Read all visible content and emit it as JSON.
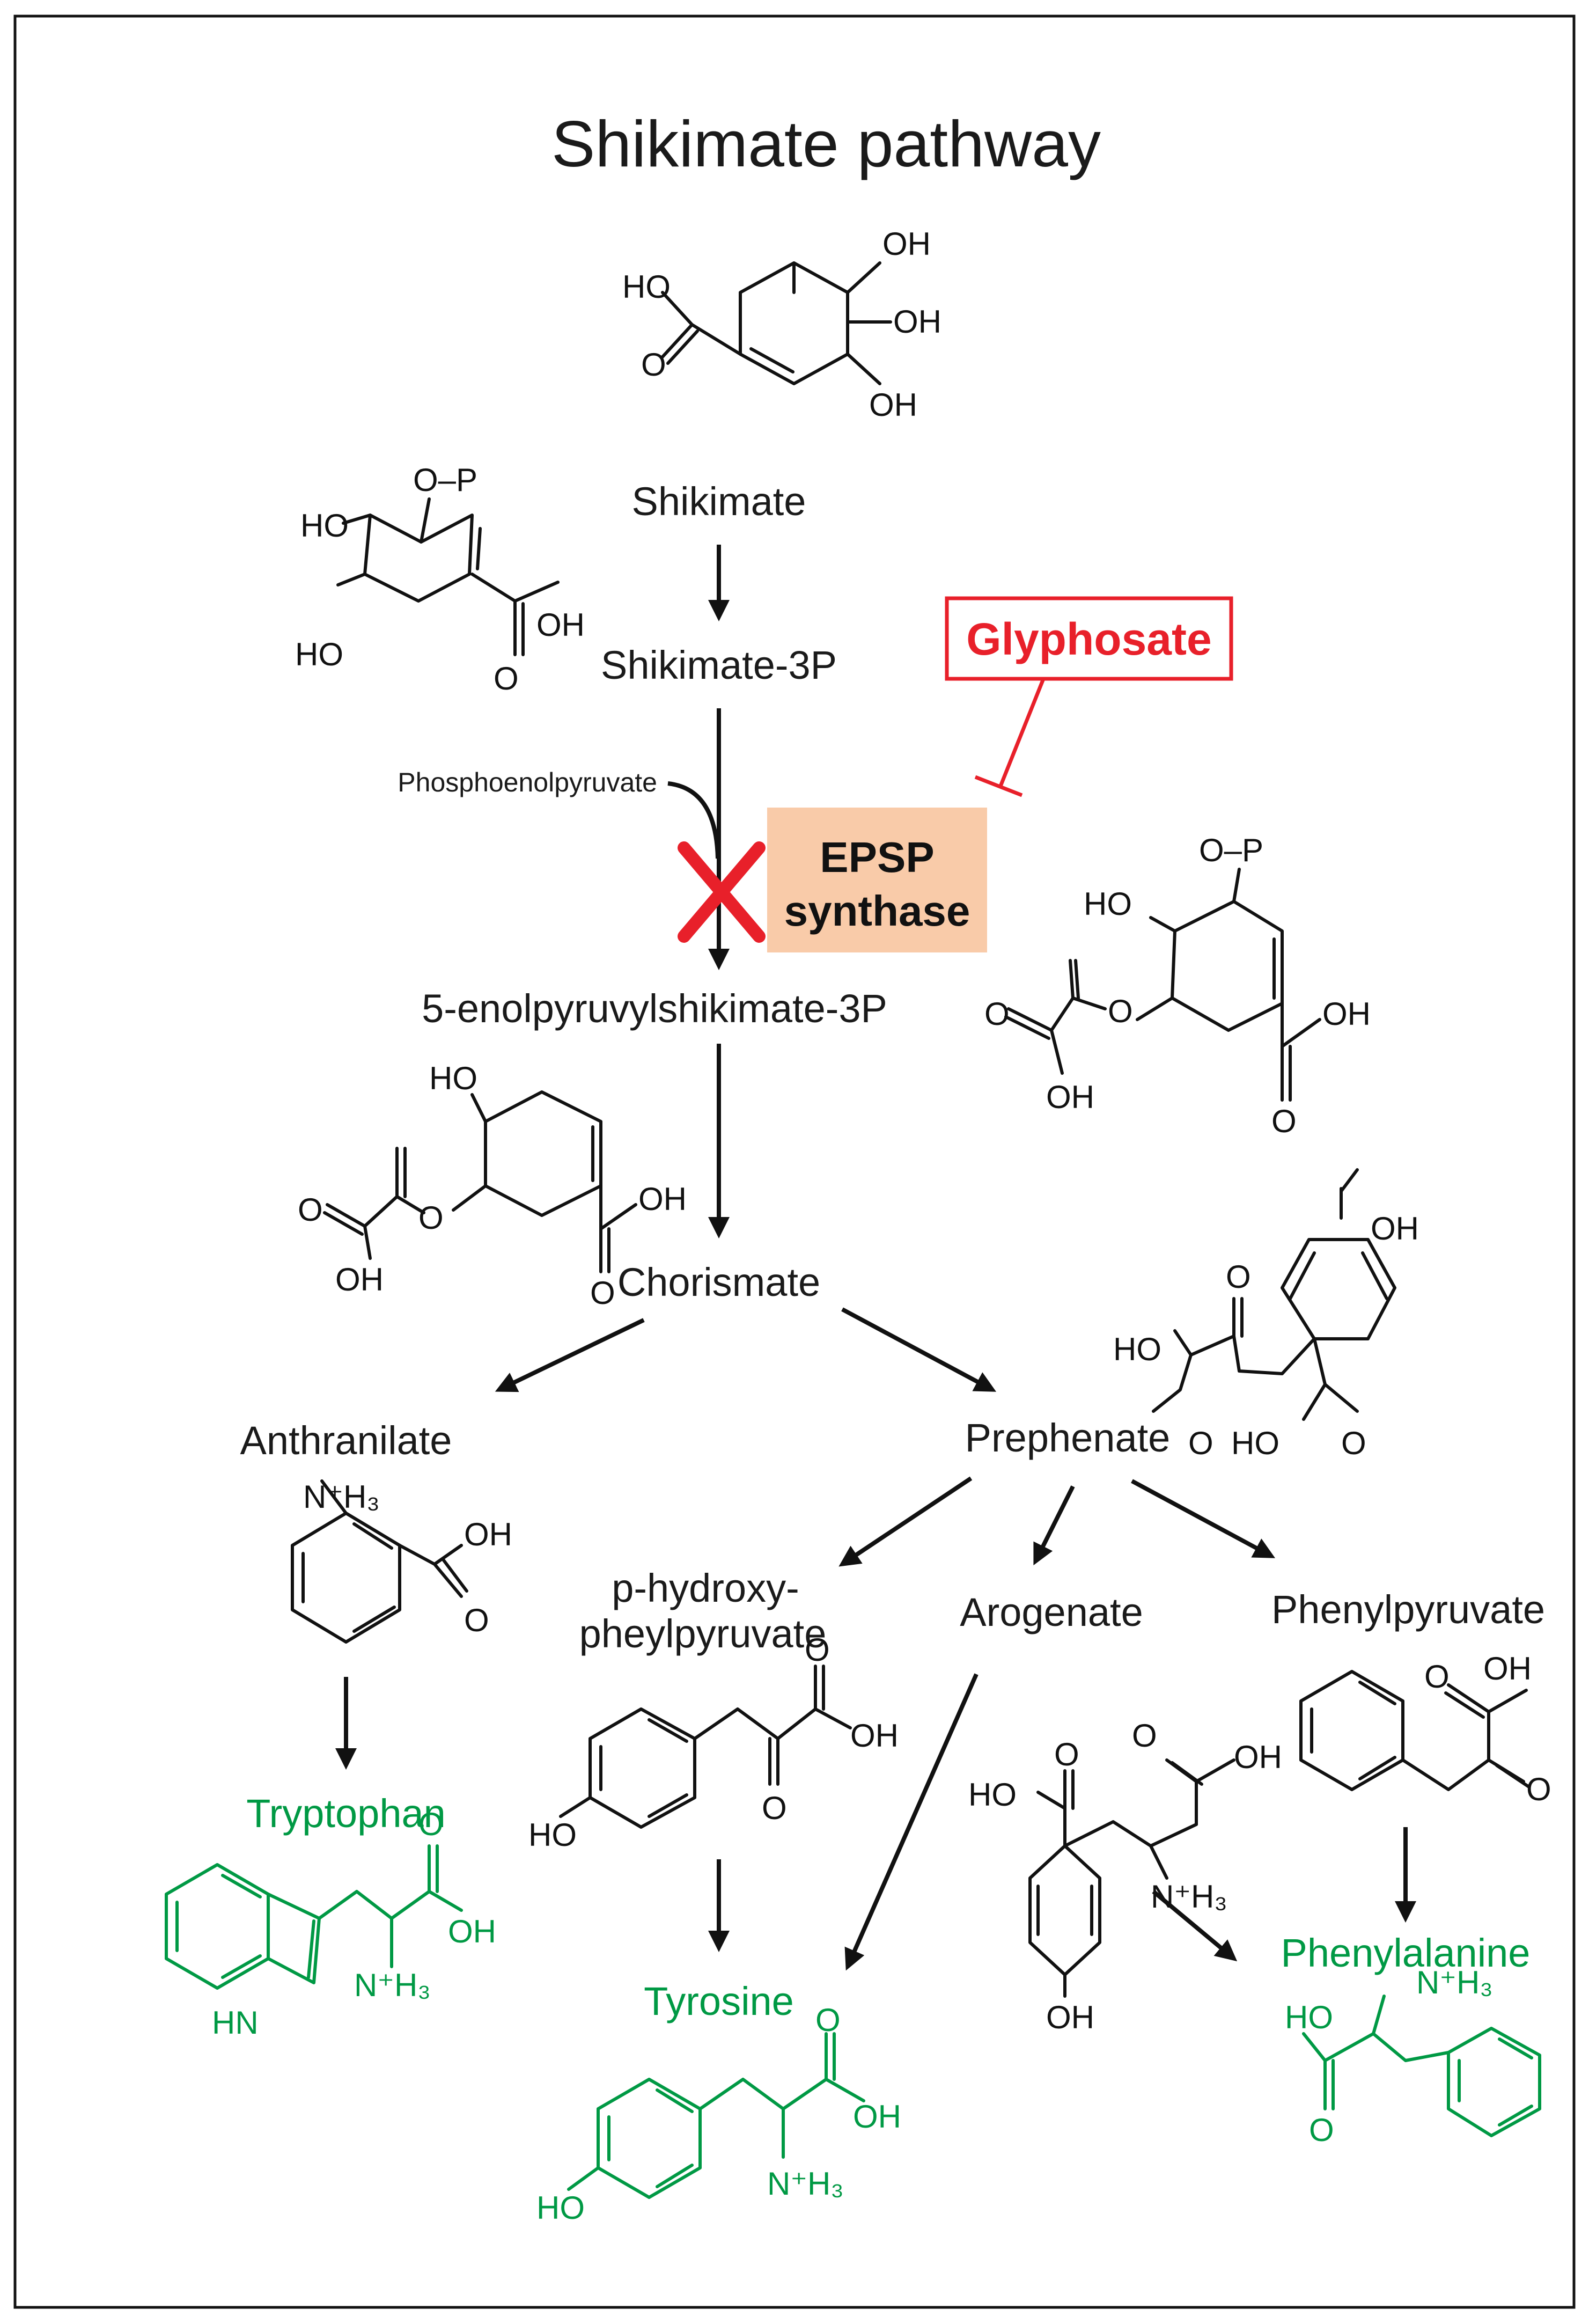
{
  "title": "Shikimate pathway",
  "metabolites": {
    "shikimate": "Shikimate",
    "shikimate_3p": "Shikimate-3P",
    "phosphoenolpyruvate": "Phosphoenolpyruvate",
    "epsp": "5-enolpyruvylshikimate-3P",
    "chorismate": "Chorismate",
    "anthranilate": "Anthranilate",
    "prephenate": "Prephenate",
    "p_hydroxy_line1": "p-hydroxy-",
    "p_hydroxy_line2": "pheylpyruvate",
    "arogenate": "Arogenate",
    "phenylpyruvate": "Phenylpyruvate"
  },
  "products": {
    "tryptophan": "Tryptophan",
    "tyrosine": "Tyrosine",
    "phenylalanine": "Phenylalanine"
  },
  "enzyme": {
    "line1": "EPSP",
    "line2": "synthase"
  },
  "inhibitor": "Glyphosate",
  "atoms": {
    "oh": "OH",
    "ho": "HO",
    "o": "O",
    "op": "O–P",
    "nh3": "N⁺H₃",
    "hn": "HN"
  },
  "colors": {
    "product": "#009944",
    "inhibitor": "#e8202a",
    "enzyme_fill": "#f9cba9",
    "block_mark": "#e8202a"
  }
}
